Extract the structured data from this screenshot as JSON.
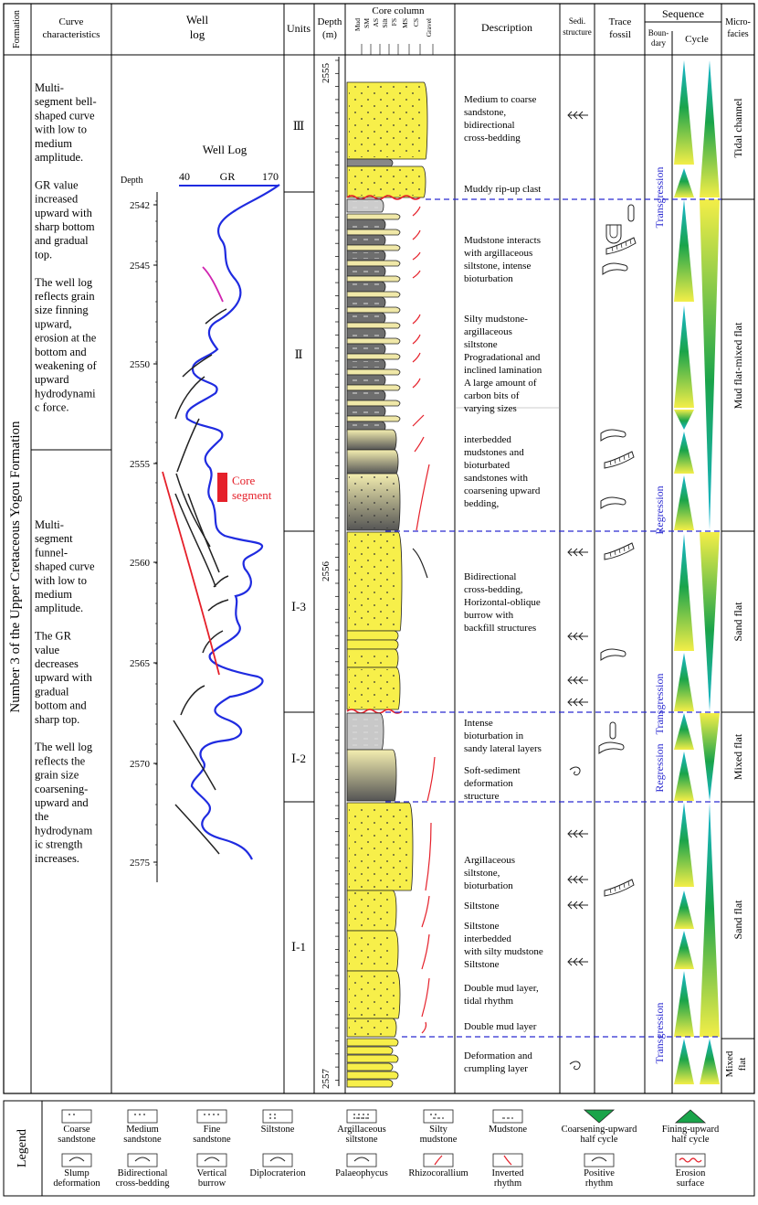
{
  "headers": {
    "formation": "Formation",
    "curve": [
      "Curve",
      "characteristics"
    ],
    "welllog": [
      "Well",
      "log"
    ],
    "units": "Units",
    "depth": [
      "Depth",
      "(m)"
    ],
    "core": "Core column",
    "grain_labels": [
      "Mud",
      "SM",
      "AS",
      "Silt",
      "FS",
      "MS",
      "CS",
      "Gravel"
    ],
    "description": "Description",
    "sedi": [
      "Sedi.",
      "structure"
    ],
    "trace": [
      "Trace",
      "fossil"
    ],
    "sequence": "Sequence",
    "boundary": [
      "Boun-",
      "dary"
    ],
    "cycle": "Cycle",
    "microfacies": [
      "Micro-",
      "facies"
    ]
  },
  "formation_name": "Number 3 of the Upper Cretaceous Yogou Formation",
  "curve_text_upper": [
    "Multi-",
    "segment bell-",
    "shaped curve",
    "with low to",
    "medium",
    "amplitude.",
    "",
    "GR value",
    "increased",
    "upward with",
    "sharp bottom",
    "and gradual",
    "top.",
    "",
    "The well log",
    "reflects grain",
    "size finning",
    "upward,",
    "erosion at the",
    "bottom and",
    "weakening of",
    "upward",
    "hydrodynami",
    "c force."
  ],
  "curve_text_lower": [
    "Multi-",
    "segment",
    "funnel-",
    "shaped curve",
    "with low to",
    "medium",
    "amplitude.",
    "",
    "The GR",
    "value",
    "decreases",
    "upward with",
    "gradual",
    "bottom and",
    "sharp top.",
    "",
    "The well log",
    "reflects the",
    "grain size",
    "coarsening-",
    "upward and",
    "the",
    "hydrodynam",
    "ic strength",
    "increases."
  ],
  "well_log": {
    "title": "Well Log",
    "depth_label": "Depth",
    "gr_label": "GR",
    "gr_min": "40",
    "gr_max": "170",
    "depth_ticks": [
      "2542",
      "2545",
      "2550",
      "2555",
      "2560",
      "2565",
      "2570",
      "2575"
    ],
    "core_segment": [
      "Core",
      "segment"
    ]
  },
  "units": [
    "Ⅲ",
    "Ⅱ",
    "Ⅰ-3",
    "Ⅰ-2",
    "Ⅰ-1"
  ],
  "core_depths": [
    "2555",
    "2556",
    "2557"
  ],
  "descriptions": [
    [
      "Medium to coarse",
      "sandstone,",
      "bidirectional",
      "cross-bedding"
    ],
    [
      "Muddy rip-up clast"
    ],
    [
      "Mudstone interacts",
      "with argillaceous",
      "siltstone, intense",
      "bioturbation"
    ],
    [
      "Silty mudstone-",
      "argillaceous",
      "siltstone",
      "Progradational and",
      "inclined lamination",
      "A large amount of",
      "carbon bits of",
      "varying sizes"
    ],
    [
      "interbedded",
      "mudstones and",
      "bioturbated",
      "sandstones with",
      "coarsening upward",
      "bedding,"
    ],
    [
      "Bidirectional",
      "cross-bedding,",
      "Horizontal-oblique",
      "burrow with",
      "backfill structures"
    ],
    [
      "Intense",
      "bioturbation in",
      "sandy lateral layers"
    ],
    [
      "Soft-sediment",
      "deformation",
      "structure"
    ],
    [
      "Argillaceous",
      "siltstone,",
      "bioturbation"
    ],
    [
      "Siltstone"
    ],
    [
      "Siltstone",
      "interbedded",
      "with silty mudstone"
    ],
    [
      "Siltstone"
    ],
    [
      "Double mud layer,",
      "tidal rhythm"
    ],
    [
      "Double mud layer"
    ],
    [
      "Deformation and",
      "crumpling layer"
    ]
  ],
  "boundaries": [
    "Transgression",
    "Regression",
    "Transgression",
    "Regression",
    "Transgression"
  ],
  "microfacies": [
    "Tidal channel",
    "Mud flat-mixed flat",
    "Sand flat",
    "Mixed flat",
    "Sand flat",
    "Mixed flat"
  ],
  "legend": {
    "title": "Legend",
    "items": [
      [
        "Coarse",
        "sandstone"
      ],
      [
        "Medium",
        "sandstone"
      ],
      [
        "Fine",
        "sandstone"
      ],
      [
        "Siltstone"
      ],
      [
        "Argillaceous",
        "siltstone"
      ],
      [
        "Silty",
        "mudstone"
      ],
      [
        "Mudstone"
      ],
      [
        "Coarsening-upward",
        "half cycle"
      ],
      [
        "Fining-upward",
        "half cycle"
      ],
      [
        "Slump",
        "deformation"
      ],
      [
        "Bidirectional",
        "cross-bedding"
      ],
      [
        "Vertical",
        "burrow"
      ],
      [
        "Diplocraterion"
      ],
      [
        "Palaeophycus"
      ],
      [
        "Rhizocorallium"
      ],
      [
        "Inverted",
        "rhythm"
      ],
      [
        "Positive",
        "rhythm"
      ],
      [
        "Erosion",
        "surface"
      ]
    ]
  },
  "colors": {
    "sand": "#f7ef4a",
    "mud": "#6e6e6e",
    "blue_curve": "#1f2be0",
    "red": "#e5202a",
    "dashed": "#2a2ad0",
    "green": "#1aa44a",
    "cyan": "#18b7d4"
  }
}
